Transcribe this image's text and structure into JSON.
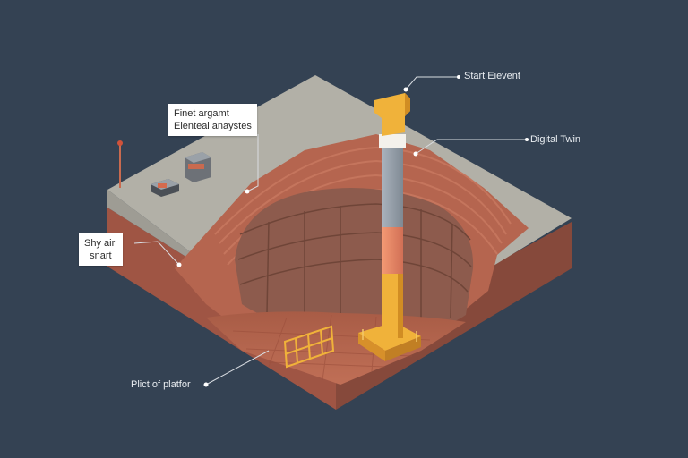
{
  "callouts": {
    "start_element": "Start Eievent",
    "digital_twin": "Digital Twin",
    "element_analysis": {
      "line1": "Finet argamt",
      "line2": "Eienteal anaystes"
    },
    "soil_chart": {
      "line1": "Shy airl",
      "line2": "snart"
    },
    "pit_platform": "Plict of platfor"
  },
  "colors": {
    "background": "#344253",
    "ground_surface": "#b2b0a7",
    "soil_section": "#b5654f",
    "pit_wall": "#8d5b4d",
    "pile_accent": "#f0b23a"
  }
}
